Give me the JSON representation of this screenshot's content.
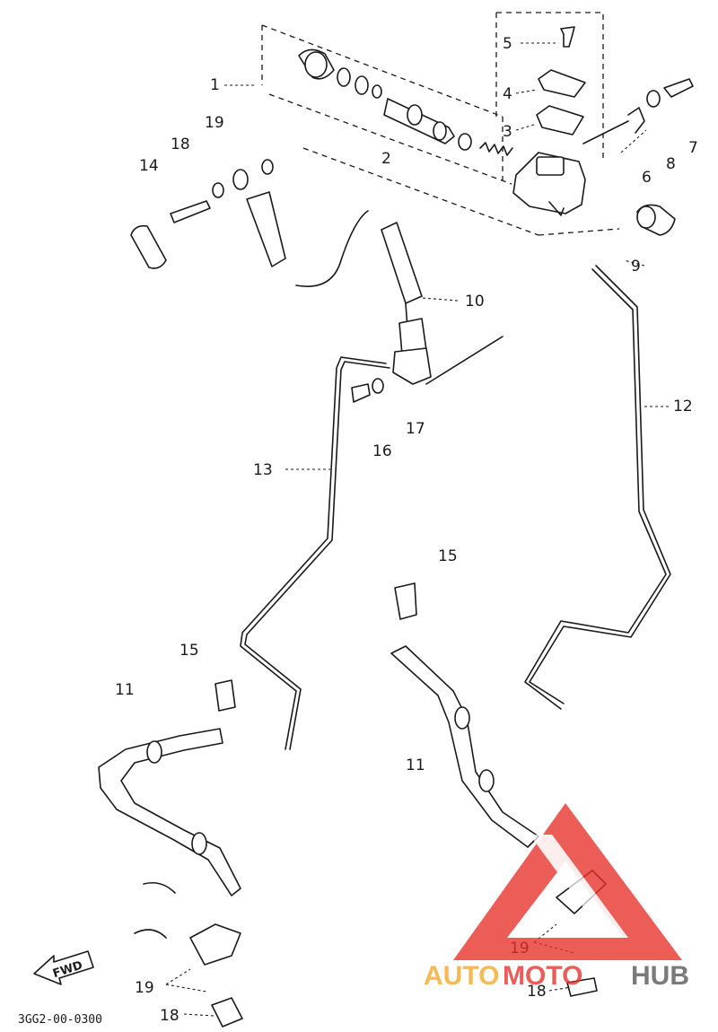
{
  "diagram": {
    "callouts": {
      "c1": "1",
      "c2": "2",
      "c3": "3",
      "c4": "4",
      "c5": "5",
      "c6": "6",
      "c7": "7",
      "c8": "8",
      "c9": "9",
      "c10": "10",
      "c11a": "11",
      "c11b": "11",
      "c12": "12",
      "c13": "13",
      "c14": "14",
      "c15a": "15",
      "c15b": "15",
      "c16": "16",
      "c17": "17",
      "c18a": "18",
      "c18b": "18",
      "c18c": "18",
      "c19a": "19",
      "c19b": "19",
      "c19c": "19"
    },
    "fwd_label": "FWD",
    "drawing_code": "3GG2-00-0300"
  },
  "watermark": {
    "part1": "AUTO",
    "part2": "MOTO",
    "part3": "HUB",
    "colors": {
      "triangle": "#e8302a",
      "auto": "#f5a623",
      "moto": "#e8302a",
      "hub": "#555555"
    }
  }
}
